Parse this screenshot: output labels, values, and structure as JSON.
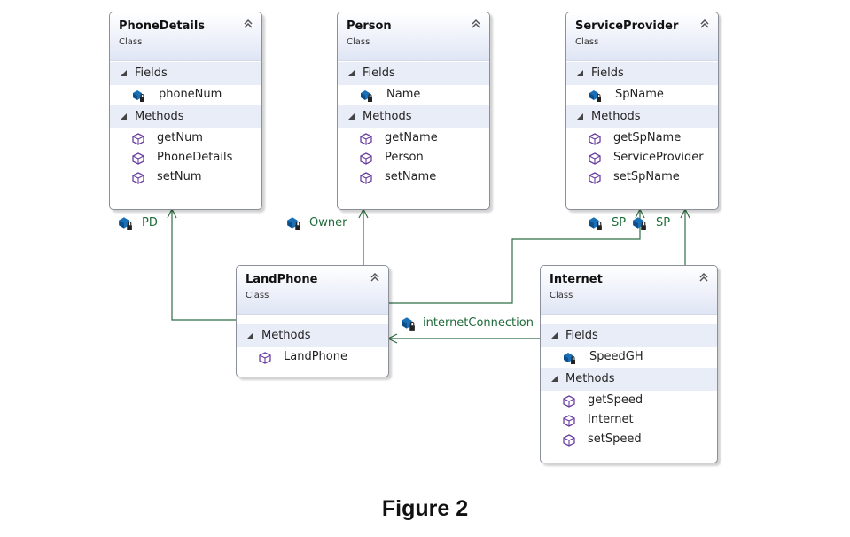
{
  "caption": "Figure 2",
  "classes": {
    "phoneDetails": {
      "name": "PhoneDetails",
      "kind": "Class",
      "fields_title": "Fields",
      "fields": [
        "phoneNum"
      ],
      "methods_title": "Methods",
      "methods": [
        "getNum",
        "PhoneDetails",
        "setNum"
      ]
    },
    "person": {
      "name": "Person",
      "kind": "Class",
      "fields_title": "Fields",
      "fields": [
        "Name"
      ],
      "methods_title": "Methods",
      "methods": [
        "getName",
        "Person",
        "setName"
      ]
    },
    "serviceProvider": {
      "name": "ServiceProvider",
      "kind": "Class",
      "fields_title": "Fields",
      "fields": [
        "SpName"
      ],
      "methods_title": "Methods",
      "methods": [
        "getSpName",
        "ServiceProvider",
        "setSpName"
      ]
    },
    "landPhone": {
      "name": "LandPhone",
      "kind": "Class",
      "methods_title": "Methods",
      "methods": [
        "LandPhone"
      ]
    },
    "internet": {
      "name": "Internet",
      "kind": "Class",
      "fields_title": "Fields",
      "fields": [
        "SpeedGH"
      ],
      "methods_title": "Methods",
      "methods": [
        "getSpeed",
        "Internet",
        "setSpeed"
      ]
    }
  },
  "associations": {
    "pd": "PD",
    "owner": "Owner",
    "sp_landphone": "SP",
    "sp_internet": "SP",
    "internetConnection": "internetConnection"
  },
  "colors": {
    "connector": "#2f6e45",
    "label": "#1f6b3a",
    "border": "#8a8f99",
    "section": "#e9edf7"
  },
  "icons": {
    "field": "field-lock-icon",
    "method": "method-cube-icon",
    "collapse": "double-chevron-up-icon",
    "expand": "triangle-down-icon"
  }
}
